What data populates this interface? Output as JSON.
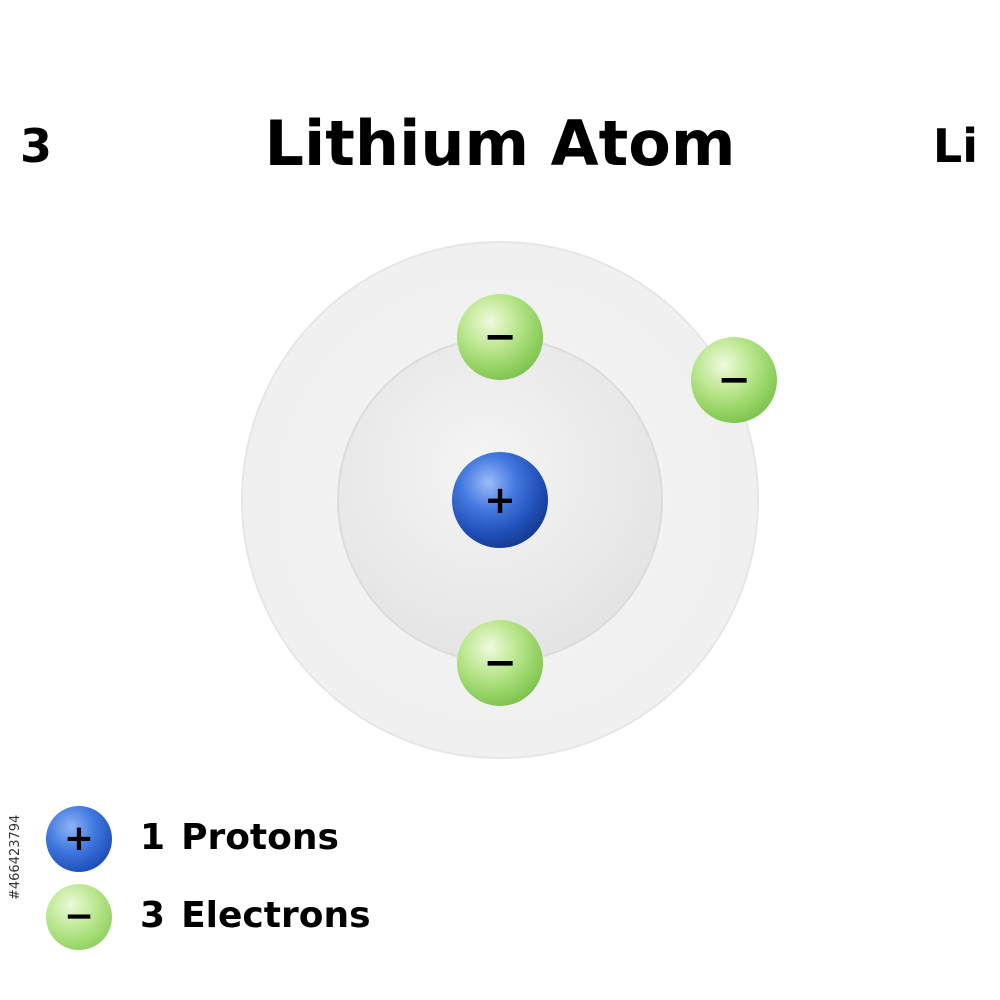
{
  "header": {
    "atomic_number": "3",
    "title": "Lithium Atom",
    "symbol": "Li"
  },
  "atom": {
    "nucleus": [
      {
        "kind": "proton",
        "sign": "+"
      }
    ],
    "shells": [
      {
        "electrons": [
          {
            "sign": "−"
          },
          {
            "sign": "−"
          }
        ]
      },
      {
        "electrons": [
          {
            "sign": "−"
          }
        ]
      }
    ]
  },
  "legend": {
    "protons": {
      "count": "1",
      "label": "Protons",
      "sign": "+"
    },
    "electrons": {
      "count": "3",
      "label": "Electrons",
      "sign": "−"
    }
  },
  "watermark": {
    "stock_id": "#466423794"
  },
  "colors": {
    "proton": "#2f63cf",
    "electron": "#9ad86c",
    "shell": "#eeeeee"
  }
}
